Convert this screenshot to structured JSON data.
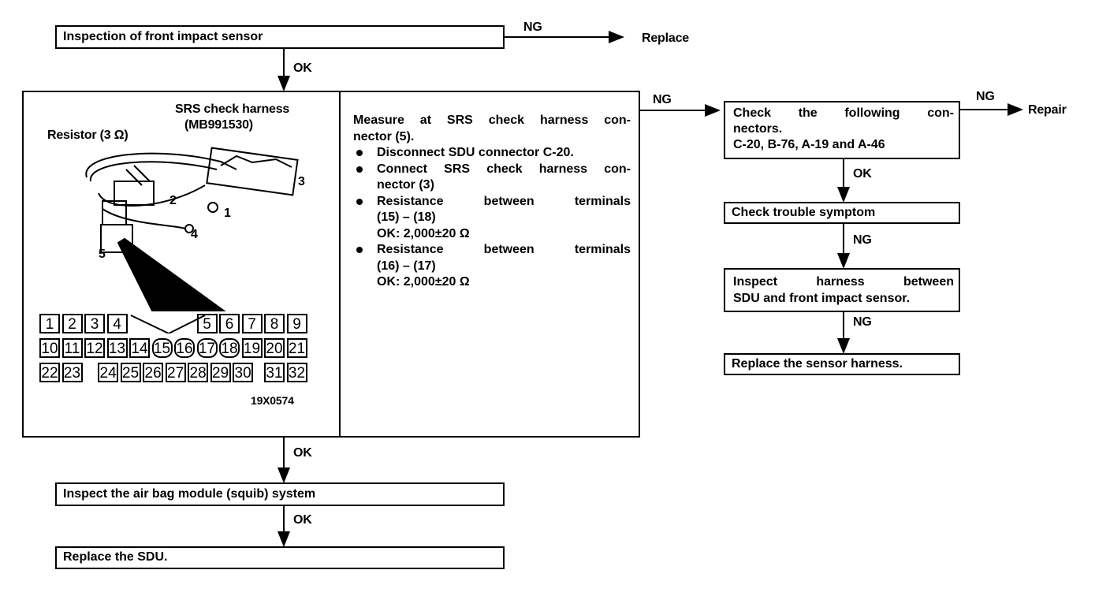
{
  "flow": {
    "step1": "Inspection of front impact sensor",
    "step1_ng": "NG",
    "step1_ng_result": "Replace",
    "step1_ok": "OK",
    "measure": {
      "harness_label_1": "SRS check harness",
      "harness_label_2": "(MB991530)",
      "resistor_label": "Resistor (3 Ω)",
      "part_numbers": [
        "1",
        "2",
        "3",
        "4",
        "5"
      ],
      "figure_code": "19X0574",
      "connector_pins_row1": [
        "1",
        "2",
        "3",
        "4",
        "5",
        "6",
        "7",
        "8",
        "9"
      ],
      "connector_pins_row2": [
        "10",
        "11",
        "12",
        "13",
        "14",
        "15",
        "16",
        "17",
        "18",
        "19",
        "20",
        "21"
      ],
      "connector_pins_row3": [
        "22",
        "23",
        "24",
        "25",
        "26",
        "27",
        "28",
        "29",
        "30",
        "31",
        "32"
      ],
      "intro_1": "Measure at SRS check harness con-",
      "intro_2": "nector (5).",
      "bullets": [
        {
          "line1": "Disconnect SDU connector C-20."
        },
        {
          "line1": "Connect SRS check harness con-",
          "line2": "nector (3)"
        },
        {
          "line1": "Resistance between terminals",
          "line2": "(15) – (18)",
          "line3": "OK: 2,000±20 Ω"
        },
        {
          "line1": "Resistance between terminals",
          "line2": "(16) – (17)",
          "line3": "OK: 2,000±20 Ω"
        }
      ]
    },
    "measure_ng": "NG",
    "measure_ok": "OK",
    "right": {
      "check_connectors_1": "Check the following con-",
      "check_connectors_2": "nectors.",
      "check_connectors_3": "C-20, B-76, A-19 and A-46",
      "check_ng": "NG",
      "check_ng_result": "Repair",
      "check_ok": "OK",
      "trouble": "Check trouble symptom",
      "trouble_ng": "NG",
      "inspect_harness_1": "Inspect harness between",
      "inspect_harness_2": "SDU and front impact sensor.",
      "inspect_ng": "NG",
      "replace_harness": "Replace the sensor harness."
    },
    "airbag": "Inspect the air bag module (squib) system",
    "airbag_ok": "OK",
    "replace_sdu": "Replace the SDU."
  }
}
